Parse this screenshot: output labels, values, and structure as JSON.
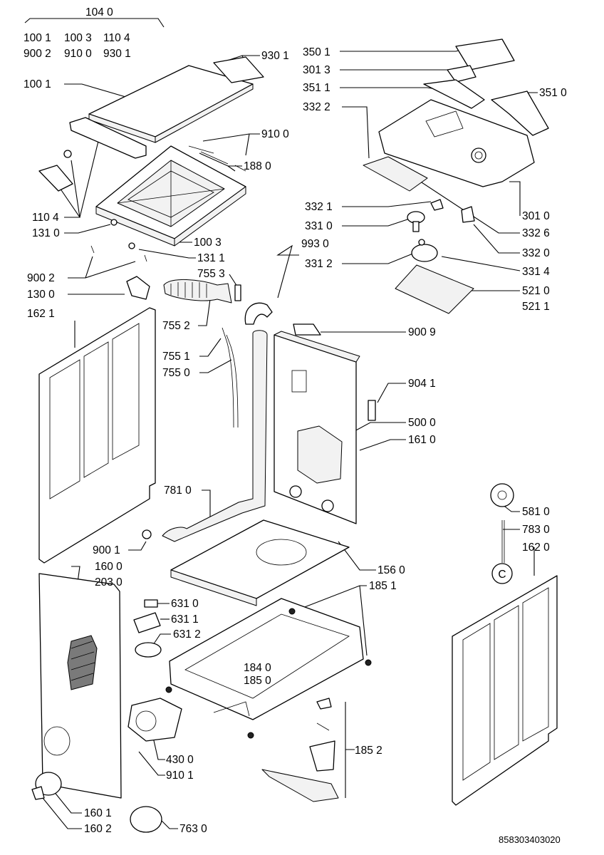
{
  "diagram": {
    "drawing_number": "858303403020",
    "callouts": {
      "c1040": "104 0",
      "c1001a": "100 1",
      "c1003a": "100 3",
      "c1104a": "110 4",
      "c9002a": "900 2",
      "c9100a": "910 0",
      "c9301a": "930 1",
      "c9301": "930 1",
      "c1001": "100 1",
      "c9100": "910 0",
      "c1880": "188 0",
      "c1104": "110 4",
      "c1310": "131 0",
      "c1003": "100 3",
      "c1311": "131 1",
      "c7553": "755 3",
      "c9002": "900 2",
      "c1300": "130 0",
      "c1621": "162 1",
      "c7552": "755 2",
      "c7551": "755 1",
      "c7550": "755 0",
      "c3501": "350 1",
      "c3013": "301 3",
      "c3511": "351 1",
      "c3510": "351 0",
      "c3322": "332 2",
      "c3010": "301 0",
      "c3321": "332 1",
      "c3310": "331 0",
      "c3326": "332 6",
      "c9930": "993 0",
      "c3320": "332 0",
      "c3312": "331 2",
      "c3314": "331 4",
      "c5210": "521 0",
      "c5211": "521 1",
      "c9009": "900 9",
      "c9041": "904 1",
      "c5000": "500 0",
      "c1610": "161 0",
      "c7810": "781 0",
      "c5810": "581 0",
      "c7830": "783 0",
      "c1620": "162 0",
      "c9001": "900 1",
      "c1560": "156 0",
      "c1600": "160 0",
      "c2030": "203 0",
      "c1851": "185 1",
      "c6310": "631 0",
      "c6311": "631 1",
      "c6312": "631 2",
      "c1840": "184 0",
      "c1850": "185 0",
      "c4300": "430 0",
      "c9101": "910 1",
      "c1852": "185 2",
      "c1601": "160 1",
      "c1602": "160 2",
      "c7630": "763 0",
      "badge": "C"
    }
  }
}
